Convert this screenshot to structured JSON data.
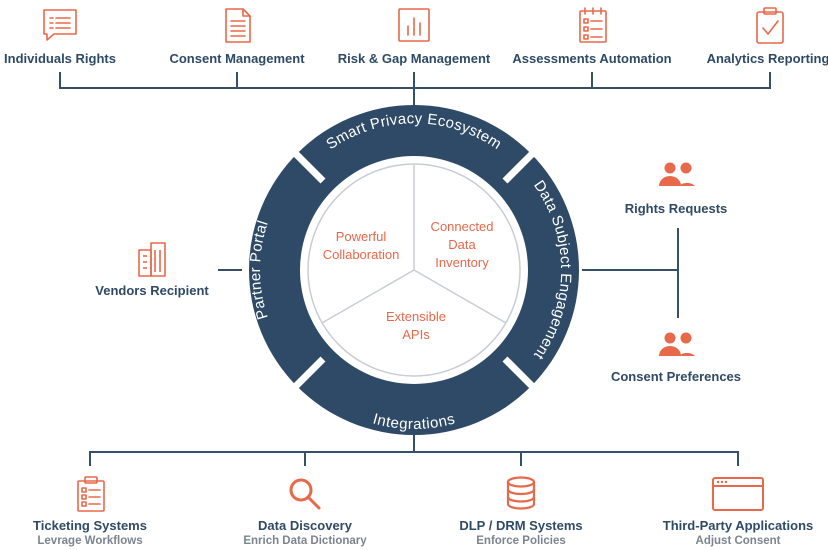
{
  "top_items": [
    {
      "label": "Individuals Rights",
      "icon": "rights-form-icon"
    },
    {
      "label": "Consent Management",
      "icon": "document-icon"
    },
    {
      "label": "Risk & Gap Management",
      "icon": "bar-chart-icon"
    },
    {
      "label": "Assessments Automation",
      "icon": "checklist-icon"
    },
    {
      "label": "Analytics Reporting",
      "icon": "clipboard-check-icon"
    }
  ],
  "ring_labels": {
    "top": "Smart Privacy Ecosystem",
    "right": "Data Subject Engagement",
    "bottom": "Integrations",
    "left": "Partner Portal"
  },
  "center": {
    "left": [
      "Powerful",
      "Collaboration"
    ],
    "right": [
      "Connected",
      "Data",
      "Inventory"
    ],
    "bottom": [
      "Extensible",
      "APIs"
    ]
  },
  "left_item": {
    "label": "Vendors Recipient",
    "icon": "building-icon"
  },
  "right_items": [
    {
      "label": "Rights Requests",
      "icon": "people-icon"
    },
    {
      "label": "Consent Preferences",
      "icon": "people-icon"
    }
  ],
  "bottom_items": [
    {
      "label": "Ticketing Systems",
      "sub": "Levrage Workflows",
      "icon": "checklist-icon"
    },
    {
      "label": "Data Discovery",
      "sub": "Enrich Data Dictionary",
      "icon": "magnifier-icon"
    },
    {
      "label": "DLP / DRM Systems",
      "sub": "Enforce Policies",
      "icon": "database-icon"
    },
    {
      "label": "Third-Party Applications",
      "sub": "Adjust Consent",
      "icon": "browser-window-icon"
    }
  ],
  "colors": {
    "navy": "#2e4a66",
    "accent": "#e8684a",
    "line": "#37506a"
  }
}
